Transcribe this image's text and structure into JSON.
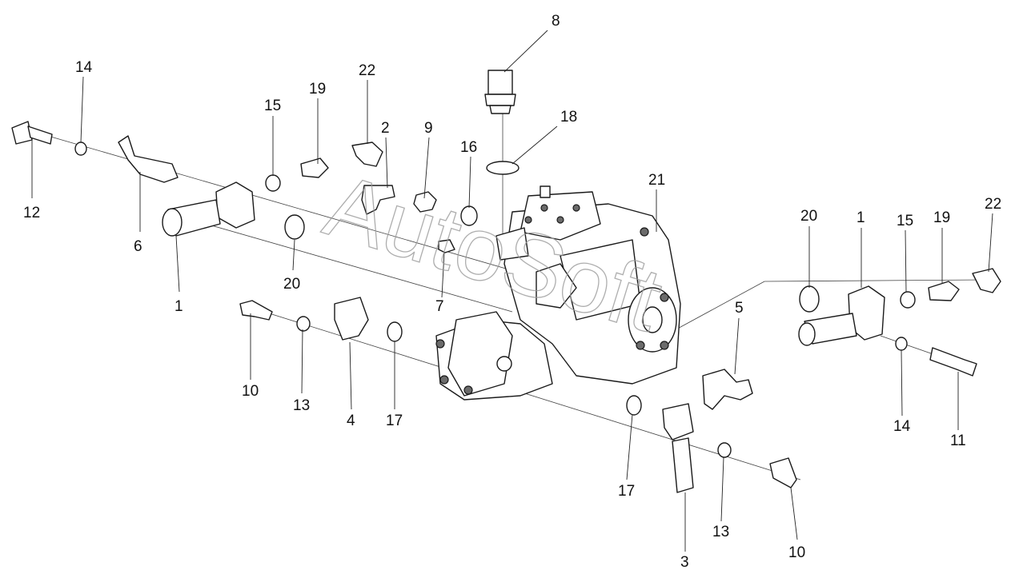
{
  "watermark": "AutoSoft",
  "callouts": {
    "c8": "8",
    "c18": "18",
    "c14a": "14",
    "c12": "12",
    "c6": "6",
    "c15a": "15",
    "c19a": "19",
    "c22a": "22",
    "c2": "2",
    "c9": "9",
    "c16": "16",
    "c21": "21",
    "c1a": "1",
    "c20a": "20",
    "c7": "7",
    "c20b": "20",
    "c1b": "1",
    "c15b": "15",
    "c19b": "19",
    "c22b": "22",
    "c5": "5",
    "c10a": "10",
    "c13a": "13",
    "c4": "4",
    "c17a": "17",
    "c14b": "14",
    "c11": "11",
    "c17b": "17",
    "c13b": "13",
    "c10b": "10",
    "c3": "3"
  }
}
